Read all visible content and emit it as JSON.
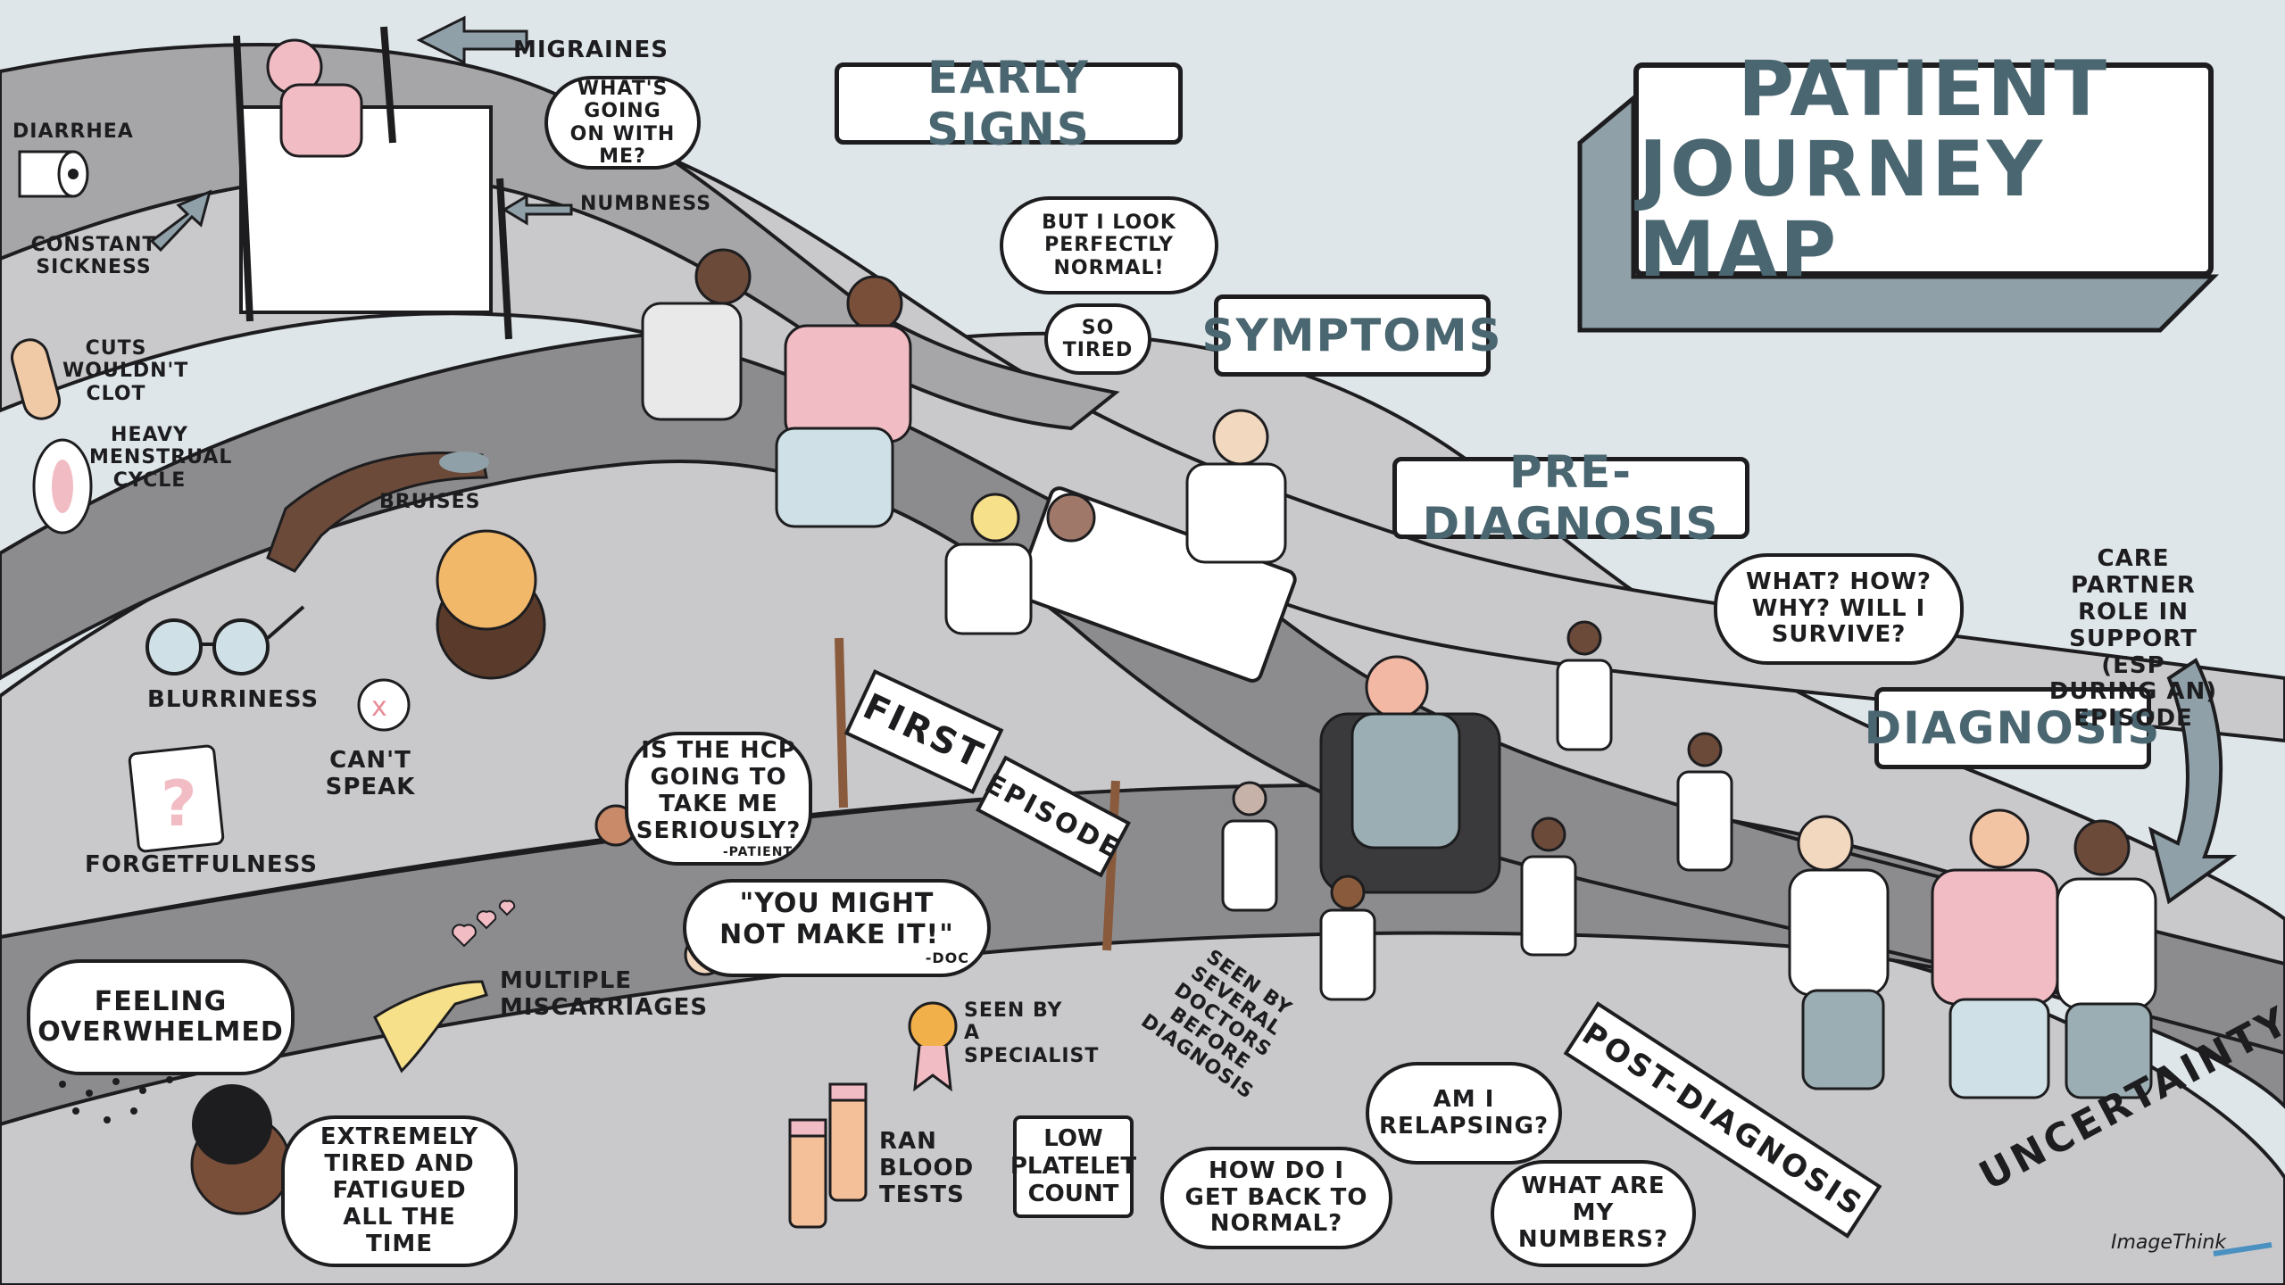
{
  "title": {
    "line1": "PATIENT",
    "line2": "JOURNEY MAP"
  },
  "stages": {
    "early_signs": "EARLY SIGNS",
    "symptoms": "SYMPTOMS",
    "pre_diagnosis": "PRE-DIAGNOSIS",
    "diagnosis": "DIAGNOSIS",
    "post_diagnosis": "POST-DIAGNOSIS",
    "first": "FIRST",
    "episode": "EPISODE"
  },
  "symptom_labels": {
    "migraines": "MIGRAINES",
    "diarrhea": "DIARRHEA",
    "constant_sickness": "CONSTANT SICKNESS",
    "numbness": "NUMBNESS",
    "cuts": "CUTS WOULDN'T CLOT",
    "menstrual": "HEAVY MENSTRUAL CYCLE",
    "bruises": "BRUISES",
    "blurriness": "BLURRINESS",
    "cant_speak": "CAN'T SPEAK",
    "forgetfulness": "FORGETFULNESS",
    "miscarriages": "MULTIPLE MISCARRIAGES",
    "feeling_overwhelmed": "FEELING OVERWHELMED",
    "extremely_tired": "EXTREMELY TIRED and FATIGUED ALL the TIME"
  },
  "thoughts": {
    "whats_going_on": "WHAT'S GOING ON WITH ME?",
    "look_normal": "BUT I LOOK PERFECTLY NORMAL!",
    "so_tired": "SO TIRED",
    "what_how_why": "WHAT? HOW? WHY? WILL I SURVIVE?",
    "hcp": "IS THE HCP GOING TO TAKE ME SERIOUSLY?",
    "hcp_attr": "-PATIENT",
    "might_not": "\"YOU MIGHT NOT MAKE IT!\"",
    "might_not_attr": "-DOC",
    "relapsing": "AM I RELAPSING?",
    "back_normal": "HOW DO I GET BACK TO NORMAL?",
    "numbers": "WHAT ARE MY NUMBERS?"
  },
  "care_partner": "CARE PARTNER ROLE in SUPPORT (esp DURING AN) EPISODE",
  "seen_several": "SEEN BY SEVERAL DOCTORS BEFORE DIAGNOSIS",
  "specialist": "SEEN BY a SPECIALIST",
  "blood_tests": "RAN BLOOD TESTS",
  "platelet": "LOW PLATELET COUNT",
  "uncertainty": "UNCERTAINTY",
  "signature": "ImageThink",
  "colors": {
    "background": "#dfe6ea",
    "road_light": "#c9c9cb",
    "road_dark": "#8c8c8f",
    "accent": "#4a6670",
    "pink": "#f2bcc4",
    "ink": "#1d1d1f"
  }
}
